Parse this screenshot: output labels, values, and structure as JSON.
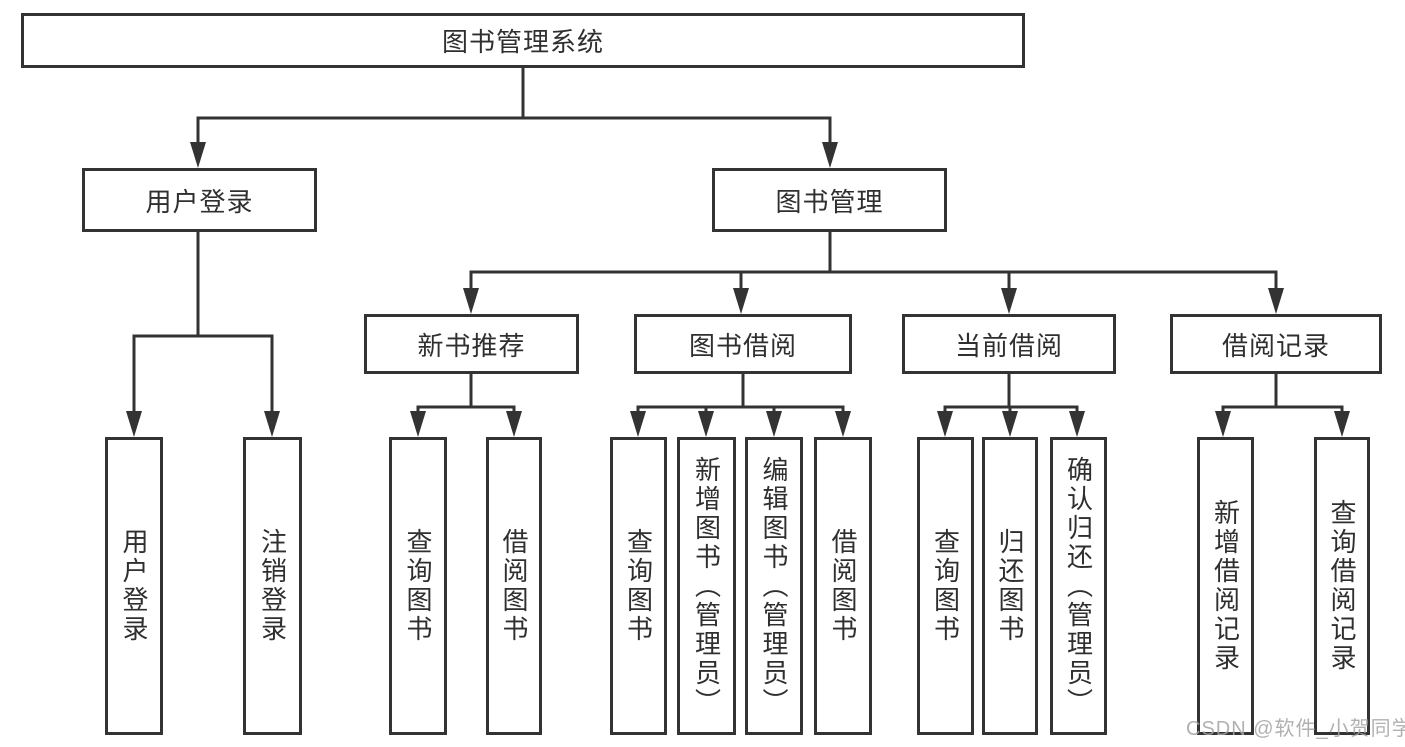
{
  "colors": {
    "line": "#333333",
    "box_border": "#333333",
    "text": "#2f2f2f",
    "background": "#ffffff",
    "watermark": "#a4a4a4"
  },
  "watermark": {
    "text": "CSDN @软件_小贺同学"
  },
  "tree": {
    "root": {
      "label": "图书管理系统"
    },
    "branches": [
      {
        "id": "user-login",
        "label": "用户登录",
        "children": [
          {
            "label": "用户登录"
          },
          {
            "label": "注销登录"
          }
        ]
      },
      {
        "id": "book-management",
        "label": "图书管理",
        "children": [
          {
            "id": "new-book-recommendation",
            "label": "新书推荐",
            "children": [
              {
                "label": "查询图书"
              },
              {
                "label": "借阅图书"
              }
            ]
          },
          {
            "id": "book-borrowing",
            "label": "图书借阅",
            "children": [
              {
                "label": "查询图书"
              },
              {
                "label": "新增图书（管理员）"
              },
              {
                "label": "编辑图书（管理员）"
              },
              {
                "label": "借阅图书"
              }
            ]
          },
          {
            "id": "current-borrowing",
            "label": "当前借阅",
            "children": [
              {
                "label": "查询图书"
              },
              {
                "label": "归还图书"
              },
              {
                "label": "确认归还（管理员）"
              }
            ]
          },
          {
            "id": "borrowing-records",
            "label": "借阅记录",
            "children": [
              {
                "label": "新增借阅记录"
              },
              {
                "label": "查询借阅记录"
              }
            ]
          }
        ]
      }
    ]
  }
}
